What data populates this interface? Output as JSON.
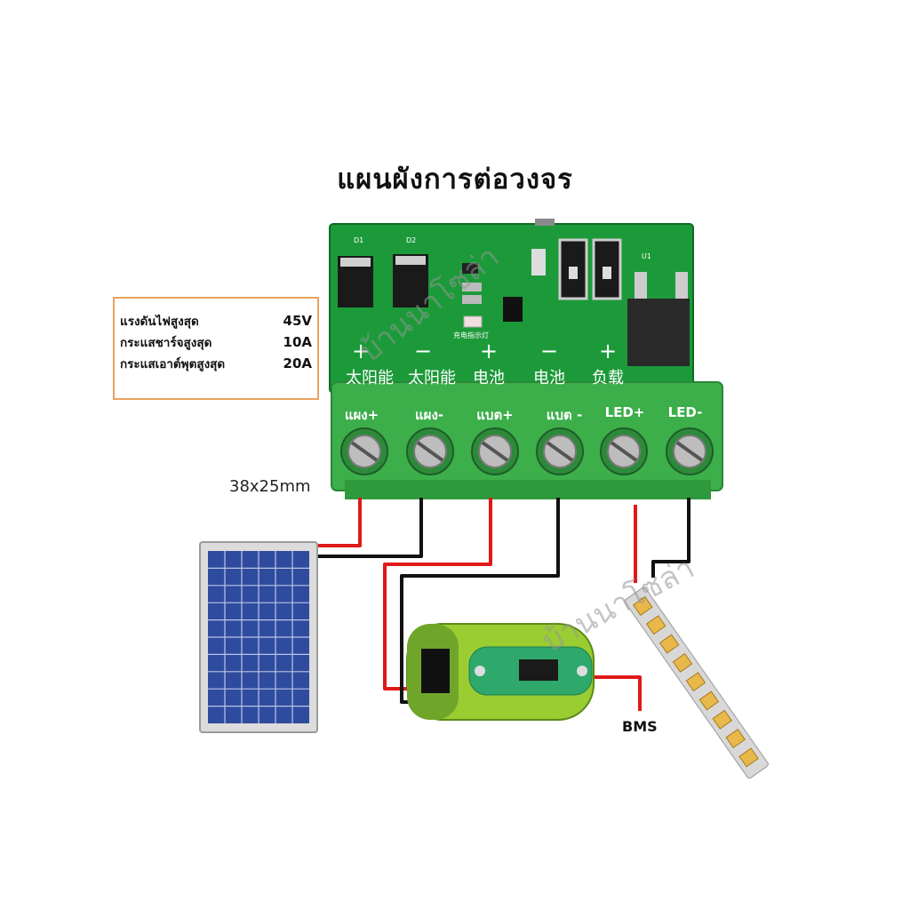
{
  "title": "แผนผังการต่อวงจร",
  "specs": [
    {
      "label": "แรงดันไฟสูงสุด",
      "value": "45V"
    },
    {
      "label": "กระแสชาร์จสูงสุด",
      "value": "10A"
    },
    {
      "label": "กระแสเอาต์พุตสูงสุด",
      "value": "20A"
    }
  ],
  "dimension": "38x25mm",
  "pcb": {
    "silkscreen": [
      "D1",
      "D2",
      "U1",
      "充电指示灯"
    ],
    "top_labels": [
      {
        "sign": "+",
        "text": "太阳能"
      },
      {
        "sign": "−",
        "text": "太阳能"
      },
      {
        "sign": "+",
        "text": "电池"
      },
      {
        "sign": "−",
        "text": "电池"
      },
      {
        "sign": "+",
        "text": "负载"
      }
    ],
    "terminal_labels": [
      "แผง+",
      "แผง-",
      "แบต+",
      "แบต -",
      "LED+",
      "LED-"
    ]
  },
  "bms_label": "BMS",
  "watermark": "บ้านนาโซล่า",
  "colors": {
    "pcb_green": "#1c9a3a",
    "terminal_green": "#3cae4a",
    "wire_red": "#e01919",
    "wire_black": "#111111",
    "battery_green": "#9acd32",
    "spec_border": "#e9a25f"
  }
}
